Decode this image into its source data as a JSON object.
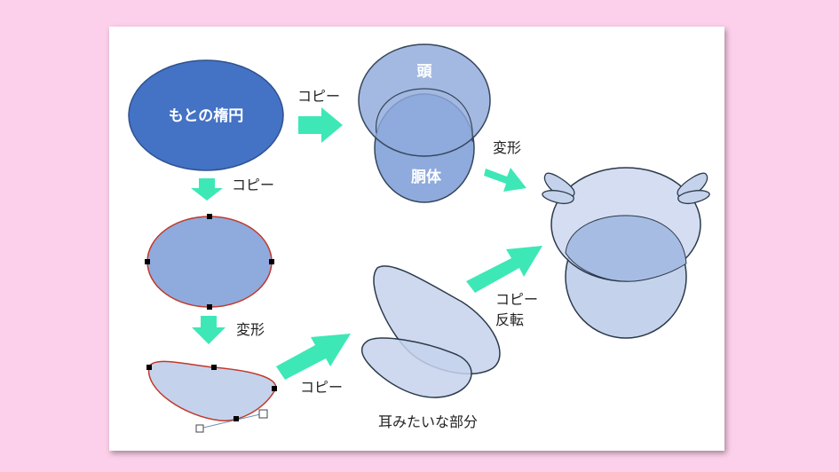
{
  "labels": {
    "original_ellipse": "もとの楕円",
    "copy_1": "コピー",
    "copy_2": "コピー",
    "transform_1": "変形",
    "copy_3": "コピー",
    "head": "頭",
    "body": "胴体",
    "transform_2": "変形",
    "copy_4": "コピー",
    "flip": "反転",
    "ear_part": "耳みたいな部分"
  },
  "colors": {
    "background": "#fcd0ea",
    "dark_blue": "#4472c4",
    "mid_blue": "#8faadc",
    "light_blue": "#c5d2ec",
    "arrow": "#3de8b6",
    "selection_outline": "#c0392b"
  }
}
